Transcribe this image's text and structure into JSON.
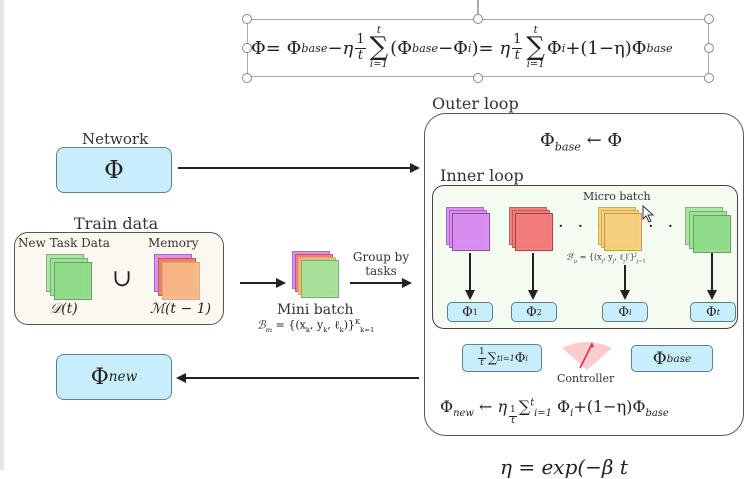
{
  "equation_top": {
    "lhs": "Φ",
    "eq1": " = Φ",
    "base": "base",
    "minus_eta": "−η",
    "frac_num": "1",
    "frac_den": "t",
    "sum_upper": "t",
    "sum_lower": "i=1",
    "sum_symbol": "∑",
    "paren_term": "(Φ",
    "paren_base": "base",
    "paren_minus": "−Φ",
    "paren_i": "i",
    "paren_close": ")",
    "eq2": " = η",
    "phi_i": "Φ",
    "phi_i_sub": "i",
    "tail": "+(1−η)Φ",
    "tail_base": "base"
  },
  "network": {
    "title": "Network",
    "symbol": "Φ"
  },
  "train_data": {
    "title": "Train data",
    "new_task_label": "New Task Data",
    "memory_label": "Memory",
    "union_symbol": "∪",
    "new_task_math": "𝒟(t)",
    "memory_math": "ℳ(t − 1)"
  },
  "mini_batch": {
    "title": "Mini batch",
    "formula": "ℬ",
    "formula_sub": "m",
    "formula_rest": " = {(x",
    "formula_k": "k",
    "formula_y": ", y",
    "formula_l": ", ℓ",
    "formula_end": ")}",
    "formula_sup": "K",
    "formula_subk": "k=1",
    "group_label_1": "Group by",
    "group_label_2": "tasks"
  },
  "outer_loop": {
    "title": "Outer loop",
    "assign_phi": "Φ",
    "assign_base": "base",
    "assign_rest": " ← Φ"
  },
  "inner_loop": {
    "title": "Inner loop",
    "micro_batch_label": "Micro batch",
    "micro_formula": "ℬ",
    "micro_sub": "μ",
    "micro_sup": "i",
    "micro_rest": " = {(x",
    "micro_j": "j",
    "micro_y": ", y",
    "micro_l": ", ℓ",
    "micro_end": ")′}",
    "micro_upper": "J",
    "micro_lower": "j=1",
    "dots": "· · ·",
    "outputs": [
      {
        "phi": "Φ",
        "sub": "1"
      },
      {
        "phi": "Φ",
        "sub": "2"
      },
      {
        "phi": "Φ",
        "sub": "i"
      },
      {
        "phi": "Φ",
        "sub": "t"
      }
    ],
    "stack_colors": [
      "#d98cf0",
      "#f27b7b",
      "#f6cf7e",
      "#8fdc8a"
    ]
  },
  "aggregation": {
    "avg_num": "1",
    "avg_den": "t",
    "avg_sum": "∑",
    "avg_upper": "t",
    "avg_lower": "i=1",
    "avg_phi": " Φ",
    "avg_sub": "i",
    "controller_label": "Controller",
    "base_phi": "Φ",
    "base_sub": "base",
    "update_lhs": "Φ",
    "update_lhs_sub": "new",
    "update_arrow": " ← η",
    "update_frac_num": "1",
    "update_frac_den": "t",
    "update_sum": "∑",
    "update_upper": "t",
    "update_lower": "i=1",
    "update_phi": " Φ",
    "update_phi_sub": "i",
    "update_tail": "+(1−η)Φ",
    "update_tail_sub": "base"
  },
  "output": {
    "phi": "Φ",
    "sub": "new"
  },
  "bottom_equation_fragment": "η = exp(−β t",
  "colors": {
    "blue_box": "#c9eefb",
    "train_bg": "#fcf8ef",
    "inner_bg": "#f4fbf1",
    "green": "#8fdc8a",
    "orange": "#f6b07e",
    "purple": "#d98cf0",
    "red": "#f27b7b",
    "yellow": "#f6cf7e"
  }
}
